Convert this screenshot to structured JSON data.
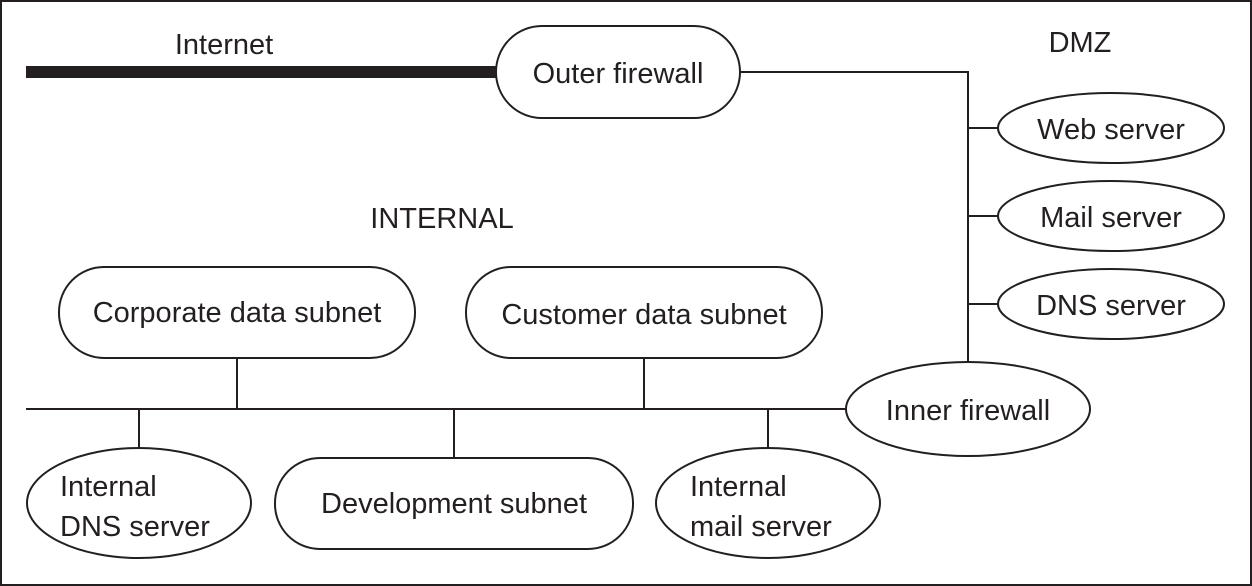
{
  "zones": {
    "internet": "Internet",
    "dmz": "DMZ",
    "internal": "INTERNAL"
  },
  "nodes": {
    "outer_firewall": "Outer firewall",
    "web_server": "Web server",
    "mail_server": "Mail server",
    "dns_server": "DNS server",
    "inner_firewall": "Inner firewall",
    "corporate_data_subnet": "Corporate data subnet",
    "customer_data_subnet": "Customer data subnet",
    "development_subnet": "Development subnet",
    "internal_dns_server": [
      "Internal",
      "DNS server"
    ],
    "internal_mail_server": [
      "Internal",
      "mail server"
    ]
  },
  "colors": {
    "ink": "#231f20",
    "background": "#ffffff"
  }
}
